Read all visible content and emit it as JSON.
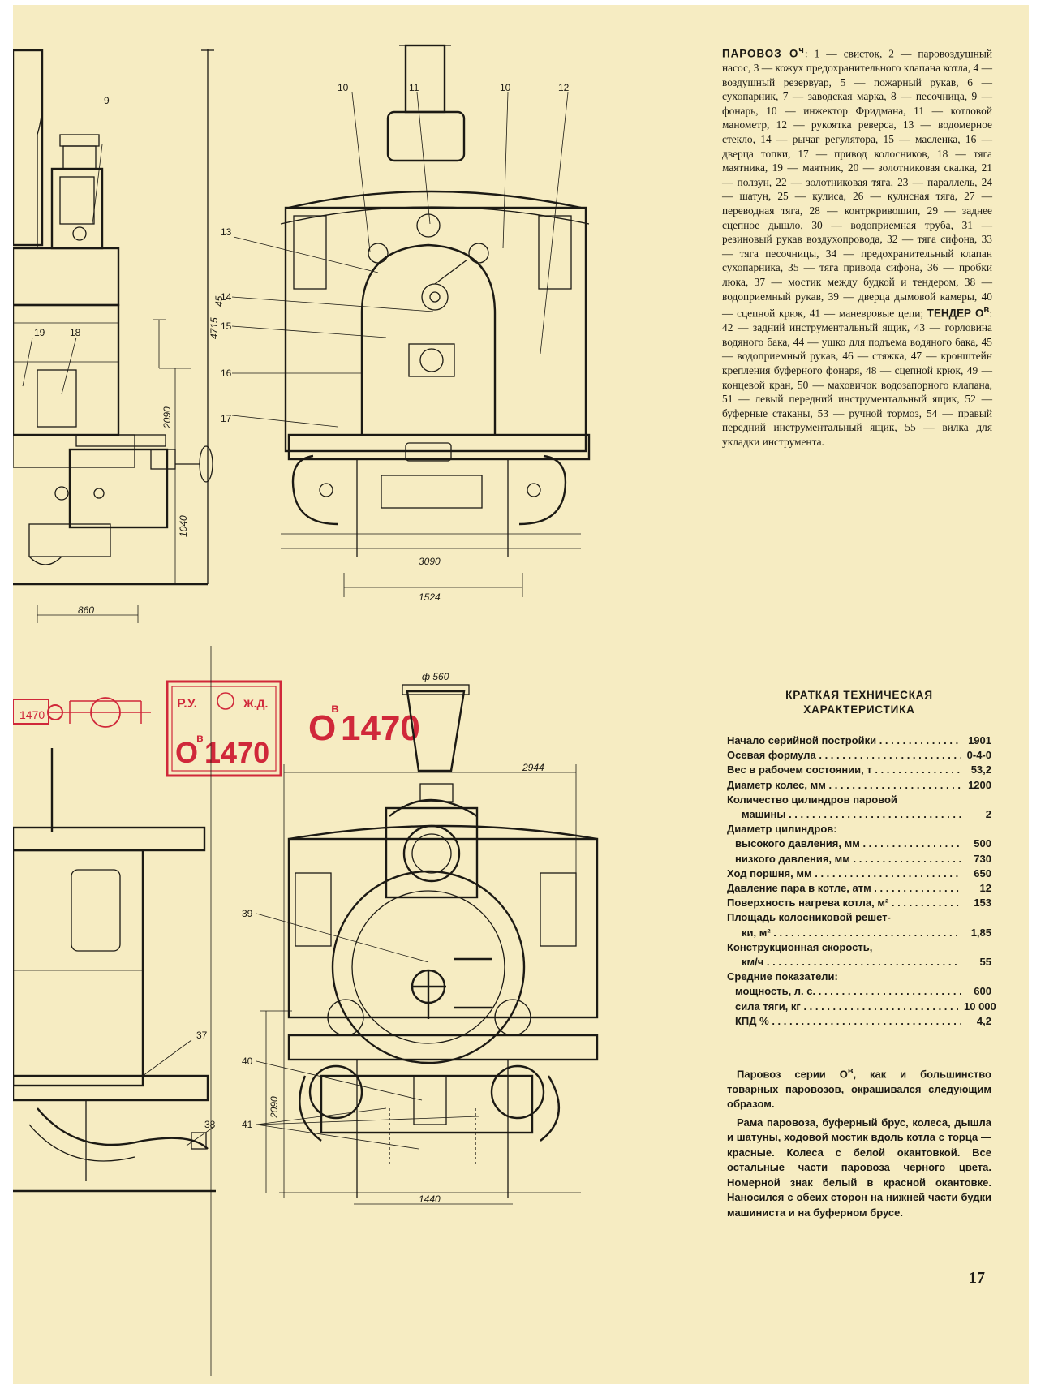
{
  "caption": {
    "lead": "ПАРОВОЗ О",
    "lead_sup": "ч",
    "text": ": 1 — свисток, 2 — паровоздушный насос, 3 — кожух предохранительного клапана котла, 4 — воздушный резервуар, 5 — пожарный рукав, 6 — сухопарник, 7 — заводская марка, 8 — песочница, 9 — фонарь, 10 — инжектор Фридмана, 11 — котловой манометр, 12 — рукоятка реверса, 13 — водомерное стекло, 14 — рычаг регулятора, 15 — масленка, 16 — дверца топки, 17 — привод колосников, 18 — тяга маятника, 19 — маятник, 20 — золотниковая скалка, 21 — ползун, 22 — золотниковая тяга, 23 — параллель, 24 — шатун, 25 — кулиса, 26 — кулисная тяга, 27 — переводная тяга, 28 — контркривошип, 29 — заднее сцепное дышло, 30 — водоприемная труба, 31 — резиновый рукав воздухопровода, 32 — тяга сифона, 33 — тяга песочницы, 34 — предохранительный клапан сухопарника, 35 — тяга привода сифона, 36 — пробки люка, 37 — мостик между будкой и тендером, 38 — водоприемный рукав, 39 — дверца дымовой камеры, 40 — сцепной крюк, 41 — маневровые цепи; ",
    "tender": "ТЕНДЕР О",
    "tender_sup": "в",
    "text2": ": 42 — задний инструментальный ящик, 43 — горловина водяного бака, 44 — ушко для подъема водяного бака, 45 — водоприемный рукав, 46 — стяжка, 47 — кронштейн крепления буферного фонаря, 48 — сцепной крюк, 49 — концевой кран, 50 — маховичок водозапорного клапана, 51 — левый передний инструментальный ящик, 52 — буферные стаканы, 53 — ручной тормоз, 54 — правый передний инструментальный ящик, 55 — вилка для укладки инструмента."
  },
  "spec": {
    "title_line1": "КРАТКАЯ ТЕХНИЧЕСКАЯ",
    "title_line2": "ХАРАКТЕРИСТИКА",
    "rows": [
      {
        "label": "Начало серийной постройки",
        "value": "1901"
      },
      {
        "label": "Осевая формула",
        "value": "0-4-0"
      },
      {
        "label": "Вес в рабочем состоянии, т",
        "value": "53,2"
      },
      {
        "label": "Диаметр колес, мм",
        "value": "1200"
      },
      {
        "label": "Количество цилиндров паровой",
        "value": ""
      },
      {
        "label": "машины",
        "value": "2"
      },
      {
        "label": "Диаметр цилиндров:",
        "value": ""
      },
      {
        "label": "высокого давления, мм",
        "value": "500"
      },
      {
        "label": "низкого давления, мм",
        "value": "730"
      },
      {
        "label": "Ход поршня, мм",
        "value": "650"
      },
      {
        "label": "Давление пара в котле, атм",
        "value": "12"
      },
      {
        "label": "Поверхность нагрева котла, м²",
        "value": "153"
      },
      {
        "label": "Площадь колосниковой решет-",
        "value": ""
      },
      {
        "label": "ки, м²",
        "value": "1,85"
      },
      {
        "label": "Конструкционная скорость,",
        "value": ""
      },
      {
        "label": "км/ч",
        "value": "55"
      },
      {
        "label": "Средние показатели:",
        "value": ""
      },
      {
        "label": "мощность, л. с.",
        "value": "600"
      },
      {
        "label": "сила тяги, кг",
        "value": "10 000"
      },
      {
        "label": "КПД %",
        "value": "4,2"
      }
    ]
  },
  "note": {
    "p1": "Паровоз серии О",
    "p1_sup": "в",
    "p1_rest": ", как и большинство товарных паровозов, окрашивался следующим образом.",
    "p2": "Рама паровоза, буферный брус, колеса, дышла и шатуны, ходовой мостик вдоль котла с торца — красные. Колеса с белой окантовкой. Все остальные части паровоза черного цвета. Номерной знак белый в красной окантовке. Наносился с обеих сторон на нижней части будки машиниста и на буферном брусе."
  },
  "page_number": "17",
  "drawing": {
    "callouts_rear": [
      "10",
      "11",
      "10",
      "12",
      "13",
      "14",
      "15",
      "16",
      "17"
    ],
    "callouts_side": [
      "9",
      "19",
      "18"
    ],
    "callouts_front": [
      "39",
      "40",
      "41",
      "37",
      "38"
    ],
    "dims_rear": [
      "4715",
      "3090",
      "1524"
    ],
    "dims_side": [
      "45",
      "2090",
      "1040",
      "860"
    ],
    "dims_front": [
      "ф 560",
      "2944",
      "2090",
      "1440"
    ],
    "plate": {
      "top_left": "Р.У.",
      "top_right": "Ж.Д.",
      "number": "О",
      "number_sup": "в",
      "number_rest": "1470"
    },
    "big_plate": {
      "letter": "О",
      "sup": "в",
      "number": "1470"
    },
    "small_plate": "1470"
  },
  "colors": {
    "paper": "#f6ecc2",
    "ink": "#1c1a14",
    "stamp_red": "#d0283a"
  }
}
